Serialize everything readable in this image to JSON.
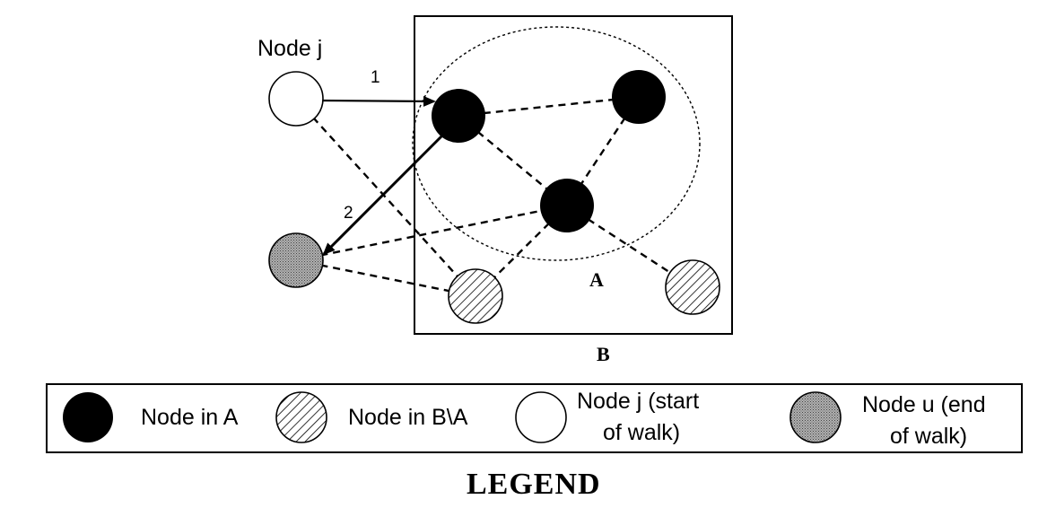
{
  "diagram": {
    "node_j_label": "Node j",
    "edge_label_1": "1",
    "edge_label_2": "2",
    "region_a_label": "A",
    "region_b_label": "B"
  },
  "legend": {
    "title": "LEGEND",
    "items": [
      {
        "kind": "node-in-a",
        "lines": [
          "Node in A"
        ]
      },
      {
        "kind": "node-in-b-minus-a",
        "lines": [
          "Node in B\\A"
        ]
      },
      {
        "kind": "node-j",
        "lines": [
          "Node j (start",
          "of walk)"
        ]
      },
      {
        "kind": "node-u",
        "lines": [
          "Node u (end",
          "of walk)"
        ]
      }
    ]
  },
  "colors": {
    "node_in_a": "#000000",
    "node_j_fill": "#ffffff",
    "node_u_fill": "#9a9a9a",
    "hatch_fill": "#ffffff",
    "stroke": "#000000"
  }
}
